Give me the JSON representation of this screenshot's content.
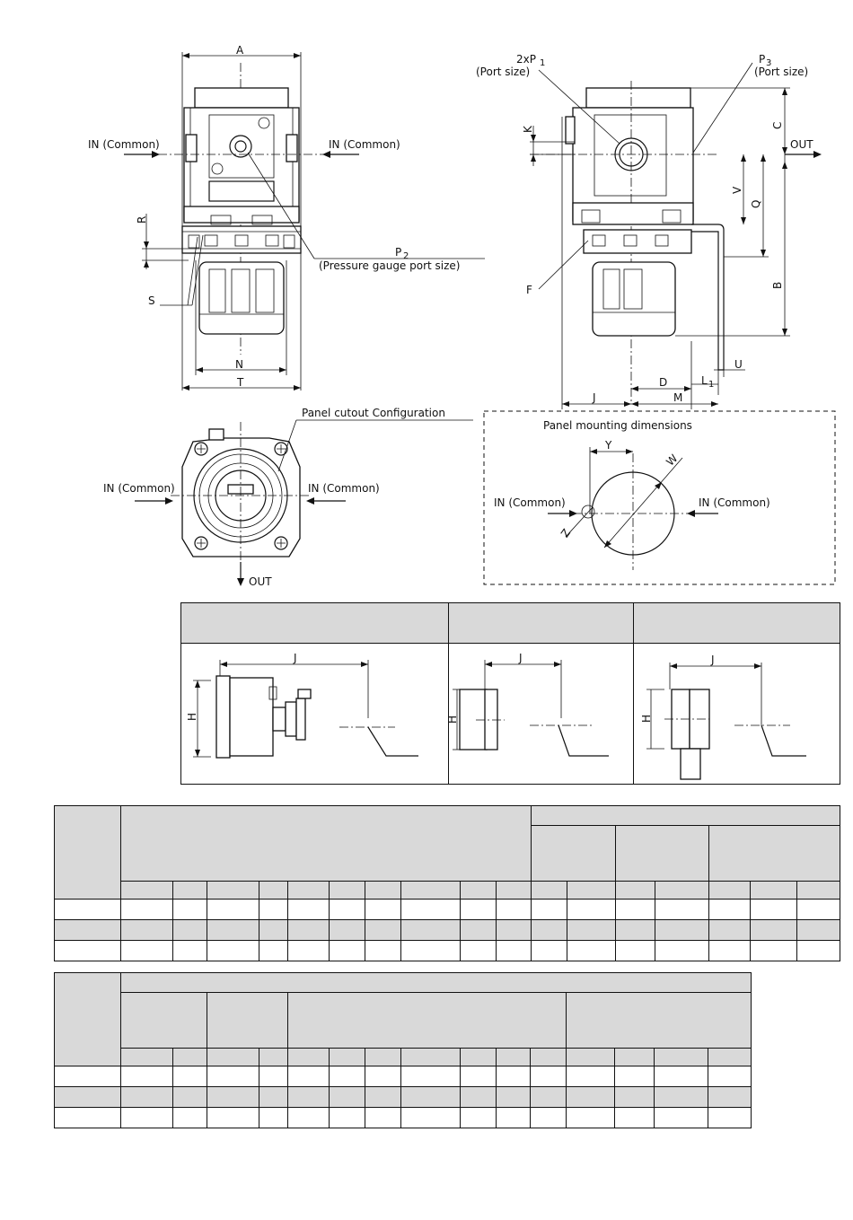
{
  "front_view": {
    "dim_A": "A",
    "dim_R": "R",
    "dim_S": "S",
    "dim_N": "N",
    "dim_T": "T",
    "in_left": "IN (Common)",
    "in_right": "IN (Common)",
    "p2_label": "P",
    "p2_sub": "2",
    "p2_desc": "(Pressure gauge port size)"
  },
  "side_view": {
    "p1_label": "2xP",
    "p1_sub": "1",
    "p1_desc": "(Port size)",
    "p3_label": "P",
    "p3_sub": "3",
    "p3_desc": "(Port size)",
    "dim_K": "K",
    "dim_C": "C",
    "dim_V": "V",
    "dim_Q": "Q",
    "dim_B": "B",
    "dim_F": "F",
    "dim_D": "D",
    "dim_J": "J",
    "dim_M": "M",
    "dim_L": "L",
    "dim_L_sub": "1",
    "dim_U": "U",
    "out_label": "OUT"
  },
  "bottom_view": {
    "caption": "Panel cutout Configuration",
    "in_left": "IN (Common)",
    "in_right": "IN (Common)",
    "out_label": "OUT"
  },
  "panel_mount": {
    "title": "Panel mounting dimensions",
    "dim_Y": "Y",
    "dim_W": "W",
    "dim_Z": "Z",
    "in_left": "IN (Common)",
    "in_right": "IN (Common)"
  },
  "variants": {
    "dim_J": "J",
    "dim_H": "H"
  }
}
